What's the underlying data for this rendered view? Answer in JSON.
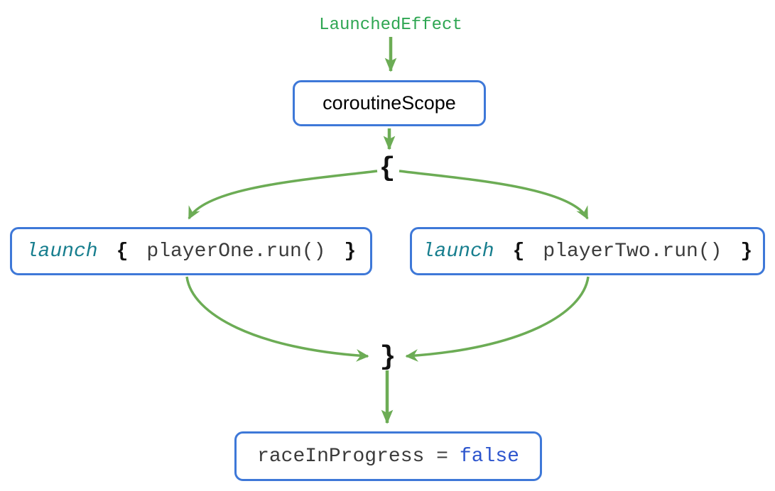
{
  "diagram": {
    "trigger_label": "LaunchedEffect",
    "scope_label": "coroutineScope",
    "open_brace": "{",
    "close_brace": "}",
    "branches": [
      {
        "keyword": "launch",
        "open_brace": "{",
        "body": "playerOne.run()",
        "close_brace": "}"
      },
      {
        "keyword": "launch",
        "open_brace": "{",
        "body": "playerTwo.run()",
        "close_brace": "}"
      }
    ],
    "result": {
      "lhs": "raceInProgress =",
      "value": "false"
    },
    "colors": {
      "arrow_green": "#6cac55",
      "label_green": "#2ea652",
      "box_border_blue": "#3e78d8",
      "keyword_teal": "#177e8e",
      "false_blue": "#2d55cd",
      "code_text": "#3b3b3b",
      "brace_black": "#111111"
    }
  }
}
